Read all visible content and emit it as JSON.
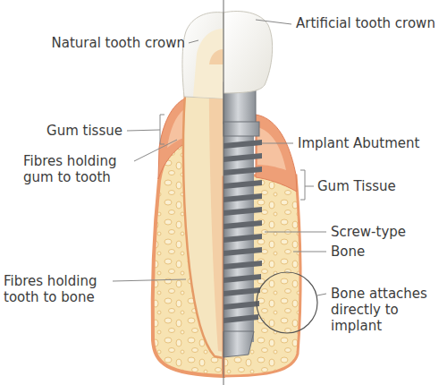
{
  "diagram": {
    "labels": [
      "Natural tooth crown",
      "Artificial tooth crown",
      "Gum tissue",
      "Fibres holding gum to tooth",
      "Implant Abutment",
      "Gum Tissue",
      "Screw-type",
      "Bone",
      "Fibres holding tooth to bone",
      "Bone attaches directly to implant"
    ]
  }
}
